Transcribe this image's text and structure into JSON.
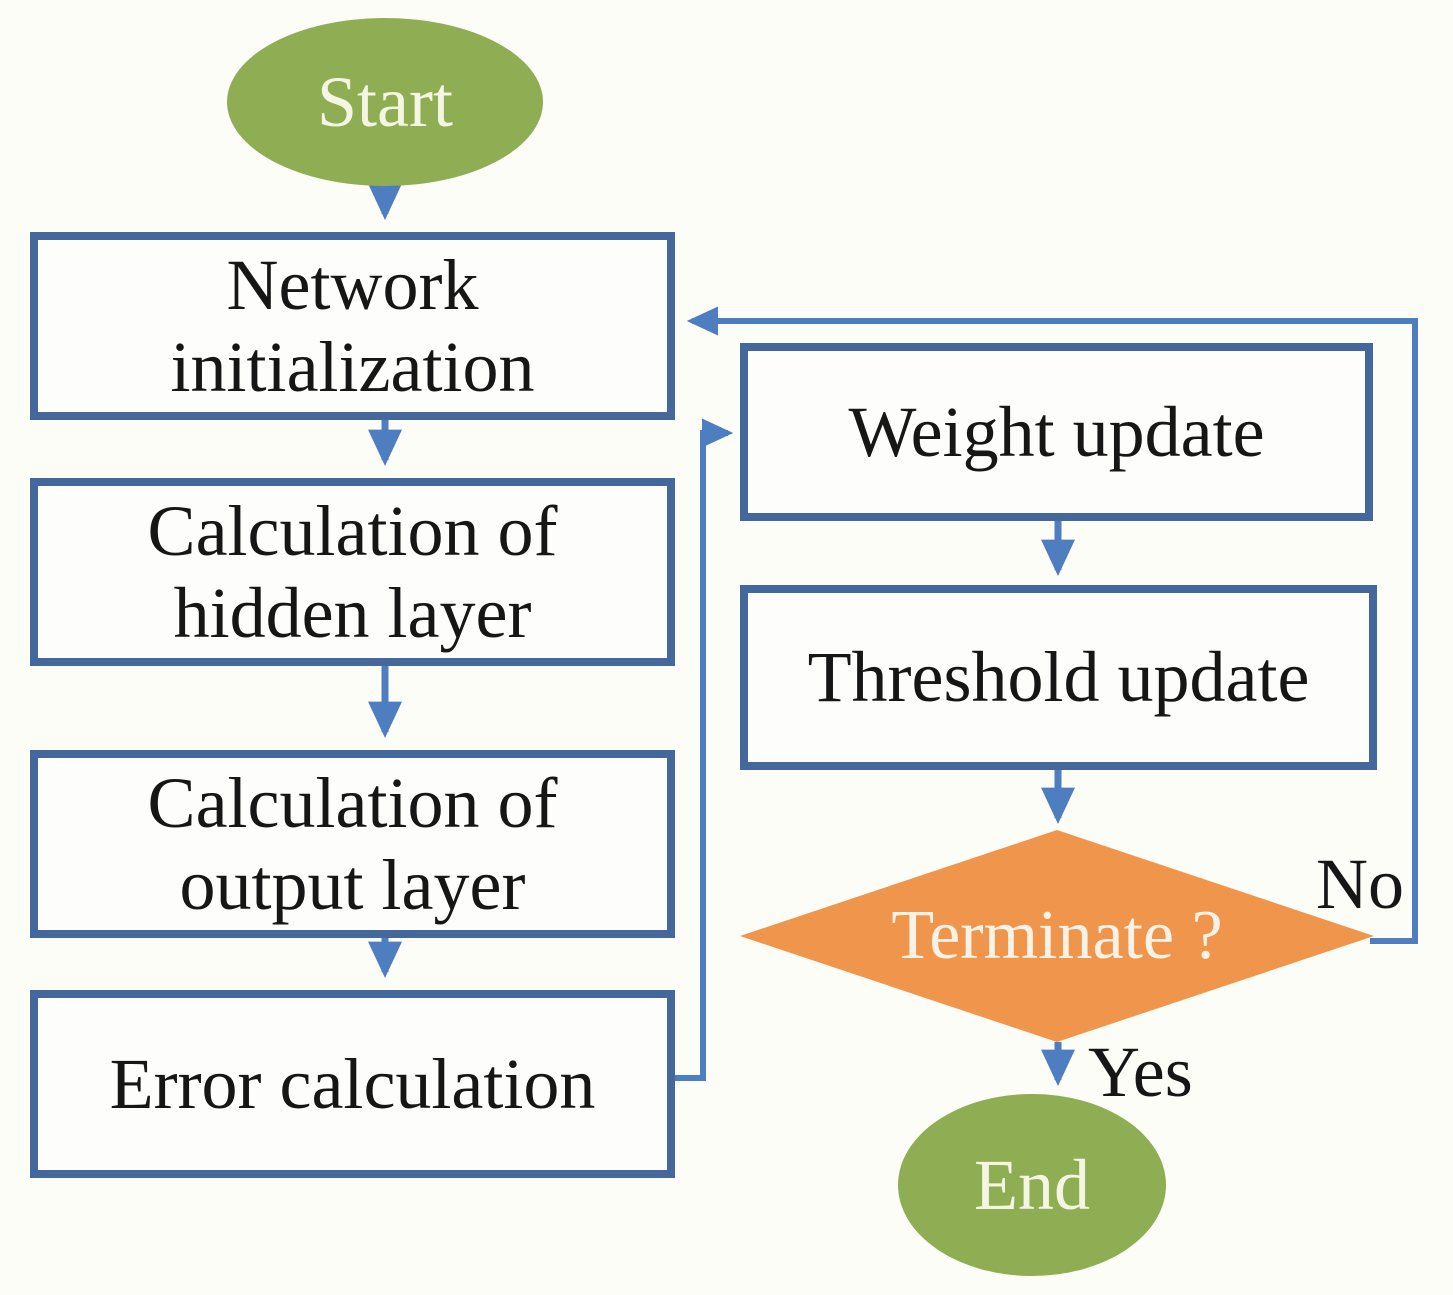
{
  "colors": {
    "bg": "#fdfdf8",
    "node_green": "#8fad52",
    "green_text": "#f2f6e2",
    "box_border": "#44689b",
    "box_fill": "#fdfdfb",
    "line_blue": "#4e7ec0",
    "node_orange": "#f0964c",
    "orange_text": "#faf2e6",
    "ink": "#161616"
  },
  "flowchart": {
    "nodes": {
      "start": {
        "label": "Start",
        "type": "terminal"
      },
      "network_init": {
        "label": "Network\ninitialization",
        "type": "process"
      },
      "calc_hidden": {
        "label": "Calculation of\nhidden layer",
        "type": "process"
      },
      "calc_output": {
        "label": "Calculation of\noutput layer",
        "type": "process"
      },
      "error_calc": {
        "label": "Error calculation",
        "type": "process"
      },
      "weight_update": {
        "label": "Weight update",
        "type": "process"
      },
      "threshold_update": {
        "label": "Threshold update",
        "type": "process"
      },
      "terminate": {
        "label": "Terminate ?",
        "type": "decision"
      },
      "end": {
        "label": "End",
        "type": "terminal"
      }
    },
    "edge_labels": {
      "no": "No",
      "yes": "Yes"
    }
  }
}
